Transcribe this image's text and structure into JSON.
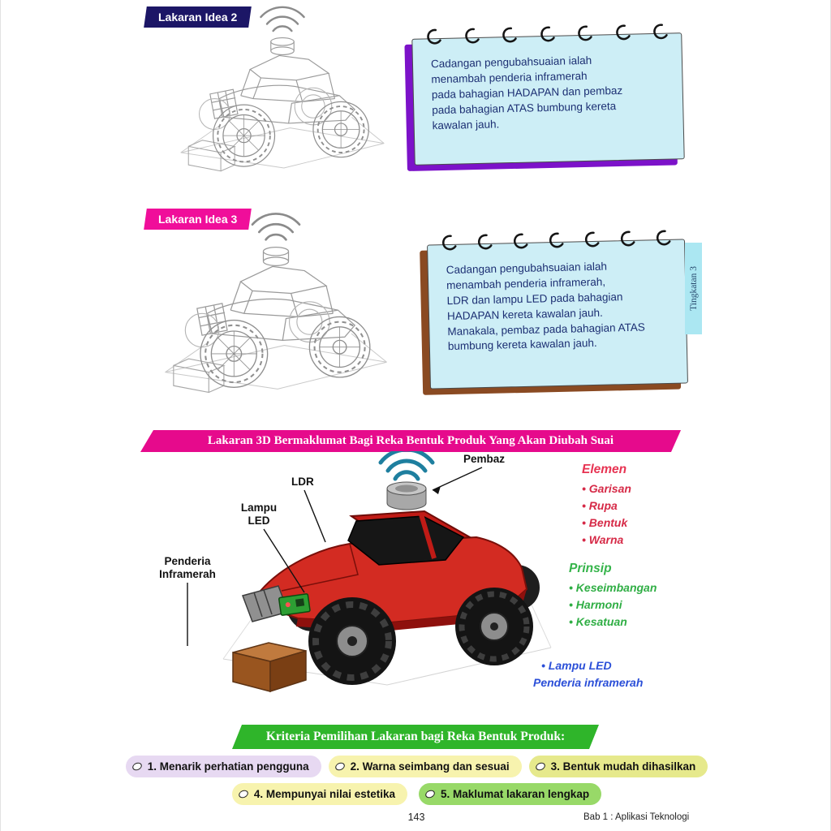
{
  "page": {
    "side_tab": "Tingkatan 3",
    "footer": {
      "page_number": "143",
      "chapter": "Bab 1 : Aplikasi Teknologi"
    }
  },
  "idea2": {
    "badge": "Lakaran Idea 2",
    "badge_color": "#1c1666",
    "note_lines": [
      "Cadangan pengubahsuaian ialah",
      "menambah penderia inframerah",
      "pada bahagian HADAPAN dan pembaz",
      "pada bahagian ATAS bumbung kereta",
      "kawalan jauh."
    ]
  },
  "idea3": {
    "badge": "Lakaran Idea 3",
    "badge_color": "#f00e9a",
    "note_lines": [
      "Cadangan pengubahsuaian ialah",
      "menambah penderia inframerah,",
      "LDR dan lampu LED pada bahagian",
      "HADAPAN kereta kawalan jauh.",
      "Manakala, pembaz pada bahagian ATAS",
      "bumbung kereta kawalan jauh."
    ]
  },
  "ribbon": {
    "title": "Lakaran 3D Bermaklumat Bagi Reka Bentuk Produk Yang Akan Diubah Suai",
    "color": "#e60a8c"
  },
  "car_labels": {
    "pembaz": "Pembaz",
    "ldr": "LDR",
    "lampu_led": "Lampu LED",
    "penderia": "Penderia Inframerah"
  },
  "elemen": {
    "title": "Elemen",
    "title_color": "#e73352",
    "items_color": "#d62a47",
    "items": [
      "Garisan",
      "Rupa",
      "Bentuk",
      "Warna"
    ]
  },
  "prinsip": {
    "title": "Prinsip",
    "title_color": "#35b44a",
    "items_color": "#2fae44",
    "items": [
      "Keseimbangan",
      "Harmoni",
      "Kesatuan"
    ]
  },
  "notes_blue": {
    "color": "#2b4fd8",
    "line1": "Lampu LED",
    "line2": "Penderia inframerah"
  },
  "kriteria": {
    "title": "Kriteria Pemilihan Lakaran bagi Reka Bentuk Produk:",
    "banner_color": "#2fb52a",
    "items": [
      {
        "label": "1. Menarik perhatian pengguna",
        "color": "#e7d9f2"
      },
      {
        "label": "2. Warna seimbang dan sesuai",
        "color": "#f7f3ae"
      },
      {
        "label": "3. Bentuk mudah dihasilkan",
        "color": "#e6e98c"
      },
      {
        "label": "4. Mempunyai nilai estetika",
        "color": "#f7f3ae"
      },
      {
        "label": "5. Maklumat lakaran lengkap",
        "color": "#98d968"
      }
    ]
  }
}
